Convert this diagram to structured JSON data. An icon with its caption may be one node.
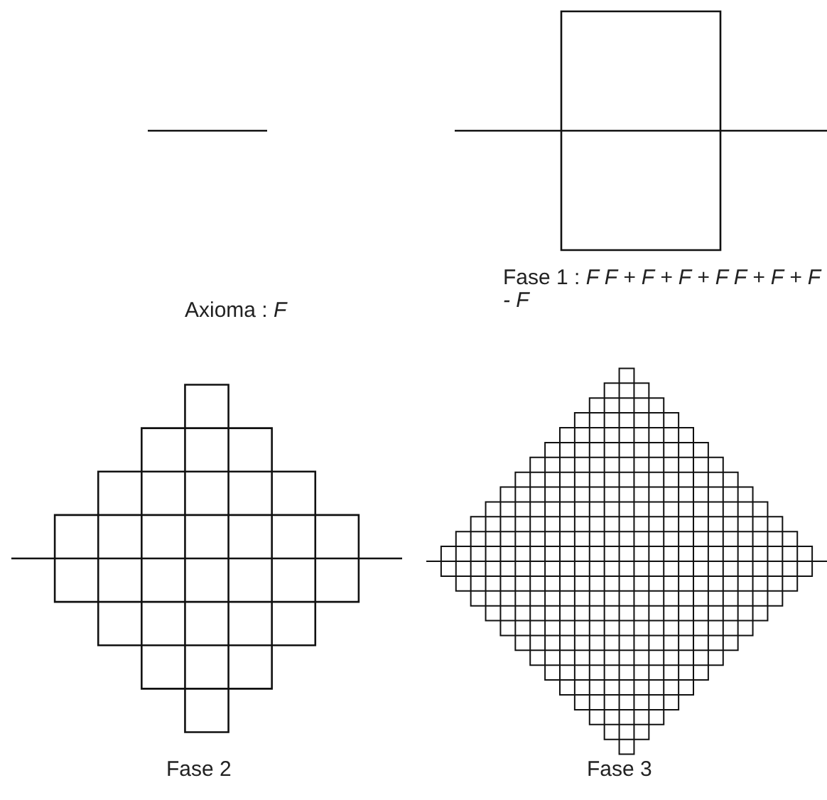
{
  "diagram": {
    "labels": [
      "Axioma : *F*",
      "Fase 1 : *F F + F + F + F F + F + F - F*",
      "Fase 2",
      "Fase 3"
    ]
  }
}
